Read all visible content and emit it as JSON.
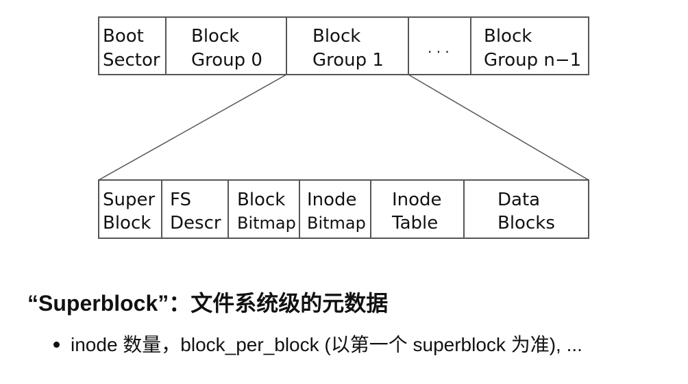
{
  "diagram": {
    "top_row": [
      {
        "line1": "Boot",
        "line2": "Sector"
      },
      {
        "line1": "Block",
        "line2": "Group 0"
      },
      {
        "line1": "Block",
        "line2": "Group 1"
      },
      {
        "line1": ". . .",
        "line2": ""
      },
      {
        "line1": "Block",
        "line2": "Group n−1"
      }
    ],
    "bottom_row": [
      {
        "line1": "Super",
        "line2": "Block"
      },
      {
        "line1": "FS",
        "line2": "Descr"
      },
      {
        "line1": "Block",
        "line2": "Bitmap"
      },
      {
        "line1": "Inode",
        "line2": "Bitmap"
      },
      {
        "line1": "Inode",
        "line2": "Table"
      },
      {
        "line1": "Data",
        "line2": "Blocks"
      }
    ]
  },
  "heading": "“Superblock”：文件系统级的元数据",
  "bullets": [
    "inode 数量，block_per_block (以第一个 superblock 为准), ..."
  ],
  "colors": {
    "line": "#555555",
    "text": "#111111",
    "background": "#ffffff"
  }
}
